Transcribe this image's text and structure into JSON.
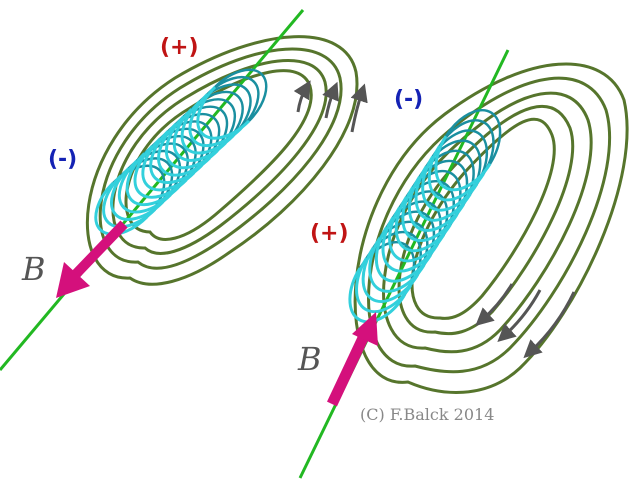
{
  "labels": {
    "left_plus": "(+)",
    "left_minus": "(-)",
    "right_minus": "(-)",
    "right_plus": "(+)",
    "left_b": "B",
    "right_b": "B",
    "copyright": "(C) F.Balck 2014"
  },
  "colors": {
    "background": "#ffffff",
    "wire": "#22b822",
    "coil": "#33d0dc",
    "coil_back": "#1a8fa0",
    "field_loop": "#56752c",
    "field_arrow": "#555555",
    "b_vector": "#d4107c",
    "plus": "#c01414",
    "minus": "#1422b4",
    "b_text": "#555555",
    "copyright": "#888888"
  },
  "coils": [
    {
      "turns": 14,
      "polarity_near": "-",
      "polarity_far": "+",
      "b_direction": "outward"
    },
    {
      "turns": 14,
      "polarity_near": "+",
      "polarity_far": "-",
      "b_direction": "inward"
    }
  ]
}
